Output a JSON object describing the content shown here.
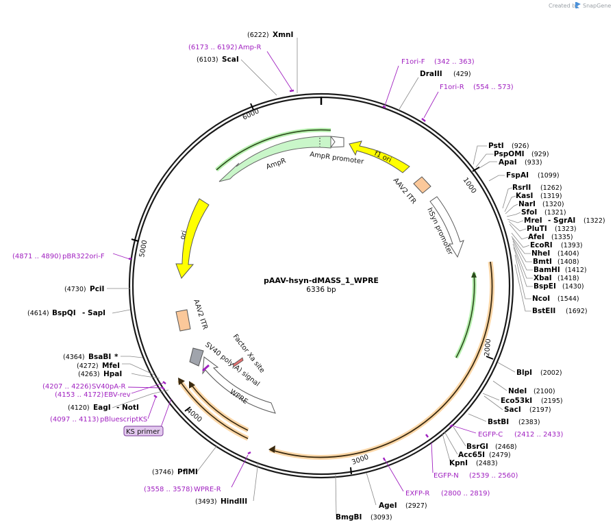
{
  "credit": {
    "prefix": "Created by",
    "brand": "SnapGene"
  },
  "plasmid": {
    "name": "pAAV-hsyn-dMASS_1_WPRE",
    "size": "6336 bp"
  },
  "ticks": [
    "1000",
    "2000",
    "3000",
    "4000",
    "5000",
    "6000"
  ],
  "enzymes": [
    {
      "name": "XmnI",
      "pos": "(6222)"
    },
    {
      "name": "ScaI",
      "pos": "(6103)"
    },
    {
      "name": "DraIII",
      "pos": "(429)"
    },
    {
      "name": "PstI",
      "pos": "(926)"
    },
    {
      "name": "PspOMI",
      "pos": "(929)"
    },
    {
      "name": "ApaI",
      "pos": "(933)"
    },
    {
      "name": "FspAI",
      "pos": "(1099)"
    },
    {
      "name": "RsrII",
      "pos": "(1262)"
    },
    {
      "name": "KasI",
      "pos": "(1319)"
    },
    {
      "name": "NarI",
      "pos": "(1320)"
    },
    {
      "name": "SfoI",
      "pos": "(1321)"
    },
    {
      "name": "MreI",
      "pos": "(1322)",
      "name2": "- SgrAI"
    },
    {
      "name": "PluTI",
      "pos": "(1323)"
    },
    {
      "name": "AfeI",
      "pos": "(1335)"
    },
    {
      "name": "EcoRI",
      "pos": "(1393)"
    },
    {
      "name": "NheI",
      "pos": "(1404)"
    },
    {
      "name": "BmtI",
      "pos": "(1408)"
    },
    {
      "name": "BamHI",
      "pos": "(1412)"
    },
    {
      "name": "XbaI",
      "pos": "(1418)"
    },
    {
      "name": "BspEI",
      "pos": "(1430)"
    },
    {
      "name": "NcoI",
      "pos": "(1544)"
    },
    {
      "name": "BstEII",
      "pos": "(1692)"
    },
    {
      "name": "BlpI",
      "pos": "(2002)"
    },
    {
      "name": "NdeI",
      "pos": "(2100)"
    },
    {
      "name": "Eco53kI",
      "pos": "(2195)"
    },
    {
      "name": "SacI",
      "pos": "(2197)"
    },
    {
      "name": "BstBI",
      "pos": "(2383)"
    },
    {
      "name": "BsrGI",
      "pos": "(2468)"
    },
    {
      "name": "Acc65I",
      "pos": "(2479)"
    },
    {
      "name": "KpnI",
      "pos": "(2483)"
    },
    {
      "name": "AgeI",
      "pos": "(2927)"
    },
    {
      "name": "BmgBI",
      "pos": "(3093)"
    },
    {
      "name": "HindIII",
      "pos": "(3493)"
    },
    {
      "name": "PflMI",
      "pos": "(3746)"
    },
    {
      "name": "EagI",
      "pos": "(4120)",
      "name2": "- NotI"
    },
    {
      "name": "HpaI",
      "pos": "(4263)"
    },
    {
      "name": "MfeI",
      "pos": "(4272)"
    },
    {
      "name": "BsaBI",
      "pos": "(4364)",
      "mark": "*"
    },
    {
      "name": "BspQI",
      "pos": "(4614)",
      "name2": "- SapI"
    },
    {
      "name": "PciI",
      "pos": "(4730)"
    }
  ],
  "primers": [
    {
      "name": "Amp-R",
      "pos": "(6173 .. 6192)"
    },
    {
      "name": "F1ori-F",
      "pos": "(342 .. 363)"
    },
    {
      "name": "F1ori-R",
      "pos": "(554 .. 573)"
    },
    {
      "name": "EGFP-C",
      "pos": "(2412 .. 2433)"
    },
    {
      "name": "EGFP-N",
      "pos": "(2539 .. 2560)"
    },
    {
      "name": "EXFP-R",
      "pos": "(2800 .. 2819)"
    },
    {
      "name": "WPRE-R",
      "pos": "(3558 .. 3578)"
    },
    {
      "name": "pBluescriptKS",
      "pos": "(4097 .. 4113)"
    },
    {
      "name": "EBV-rev",
      "pos": "(4153 .. 4172)"
    },
    {
      "name": "SV40pA-R",
      "pos": "(4207 .. 4226)"
    },
    {
      "name": "pBR322ori-F",
      "pos": "(4871 .. 4890)"
    }
  ],
  "highlight_primer": "KS primer",
  "features": {
    "f1ori": "f1 ori",
    "ampr_promoter": "AmpR promoter",
    "ampr": "AmpR",
    "aav2_itr_top": "AAV2 ITR",
    "hsyn": "hSyn promoter",
    "ori": "ori",
    "aav2_itr_bottom": "AAV2 ITR",
    "factor_xa": "Factor Xa site",
    "sv40": "SV40 poly(A) signal",
    "wpre": "WPRE"
  },
  "colors": {
    "yellow": "#ffff00",
    "green": "#c9f6c9",
    "orange": "#fbc89a",
    "primer": "#a020c0",
    "gray": "#a0a4ac"
  }
}
